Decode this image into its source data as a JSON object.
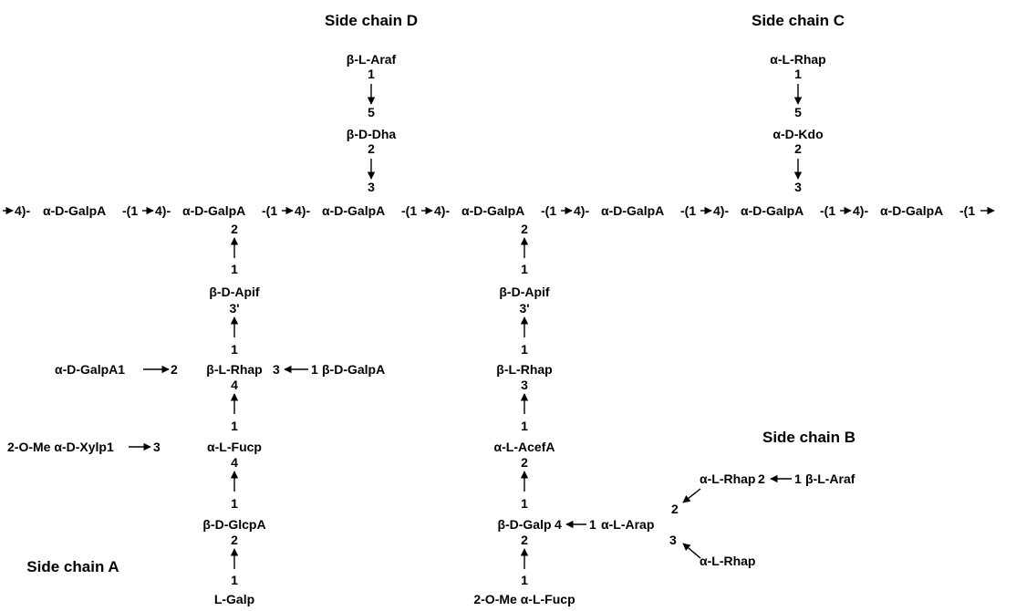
{
  "titles": {
    "side_chain_a": "Side chain A",
    "side_chain_b": "Side chain B",
    "side_chain_c": "Side chain C",
    "side_chain_d": "Side chain D"
  },
  "backbone": {
    "start": "4)-",
    "residue": "α-D-GalpA",
    "linkage": "-(1",
    "linkage_to": "4)-",
    "end": "-(1"
  },
  "side_chain_d": {
    "top": "β-L-Araf",
    "pos_1": "1",
    "pos_5": "5",
    "mid": "β-D-Dha",
    "pos_2": "2",
    "pos_3": "3"
  },
  "side_chain_c": {
    "top": "α-L-Rhap",
    "pos_1": "1",
    "pos_5": "5",
    "mid": "α-D-Kdo",
    "pos_2": "2",
    "pos_3": "3"
  },
  "side_chain_a": {
    "pos_2_top": "2",
    "pos_1_a": "1",
    "apif": "β-D-Apif",
    "pos_3p": "3'",
    "pos_1_b": "1",
    "rhap_row_left": "α-D-GalpA1",
    "rhap_row_pos2": "2",
    "rhap_row_center": "β-L-Rhap",
    "rhap_row_pos3": "3",
    "rhap_row_pos1": "1",
    "rhap_row_right": "β-D-GalpA",
    "pos_4_a": "4",
    "pos_1_c": "1",
    "fucp_row_left": "2-O-Me α-D-Xylp1",
    "fucp_row_pos3": "3",
    "fucp_row_center": "α-L-Fucp",
    "pos_4_b": "4",
    "pos_1_d": "1",
    "glcpa": "β-D-GlcpA",
    "pos_2_b": "2",
    "pos_1_e": "1",
    "galp": "L-Galp"
  },
  "side_chain_b": {
    "pos_2_top": "2",
    "pos_1_a": "1",
    "apif": "β-D-Apif",
    "pos_3p": "3'",
    "pos_1_b": "1",
    "rhap": "β-L-Rhap",
    "pos_3": "3",
    "pos_1_c": "1",
    "acefa": "α-L-AcefA",
    "pos_2_b": "2",
    "pos_1_d": "1",
    "galp": "β-D-Galp",
    "galp_pos4": "4",
    "arap_pos1": "1",
    "arap": "α-L-Arap",
    "pos_2_c": "2",
    "fucp_pos1": "1",
    "fucp": "2-O-Me α-L-Fucp",
    "branch_upper_rhap": "α-L-Rhap",
    "branch_upper_pos2": "2",
    "branch_upper_pos1": "1",
    "branch_upper_araf": "β-L-Araf",
    "branch_pos2": "2",
    "branch_pos3": "3",
    "branch_lower_rhap": "α-L-Rhap"
  }
}
